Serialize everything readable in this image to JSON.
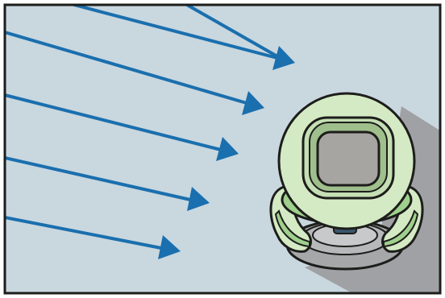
{
  "diagram": {
    "arrows": {
      "count": 5,
      "direction": "down-right",
      "color": "#1a6fae"
    },
    "figure": {
      "kind": "robot vacuum seen from above",
      "body_color": "#d4eac4",
      "accent_green": "#9fd08c",
      "screen_color": "#a7a5a1",
      "base_color": "#a6a7a9",
      "shadow_color": "#a0a1a4"
    },
    "background_color": "#c9d7df",
    "border_color": "#1d1d1b"
  }
}
